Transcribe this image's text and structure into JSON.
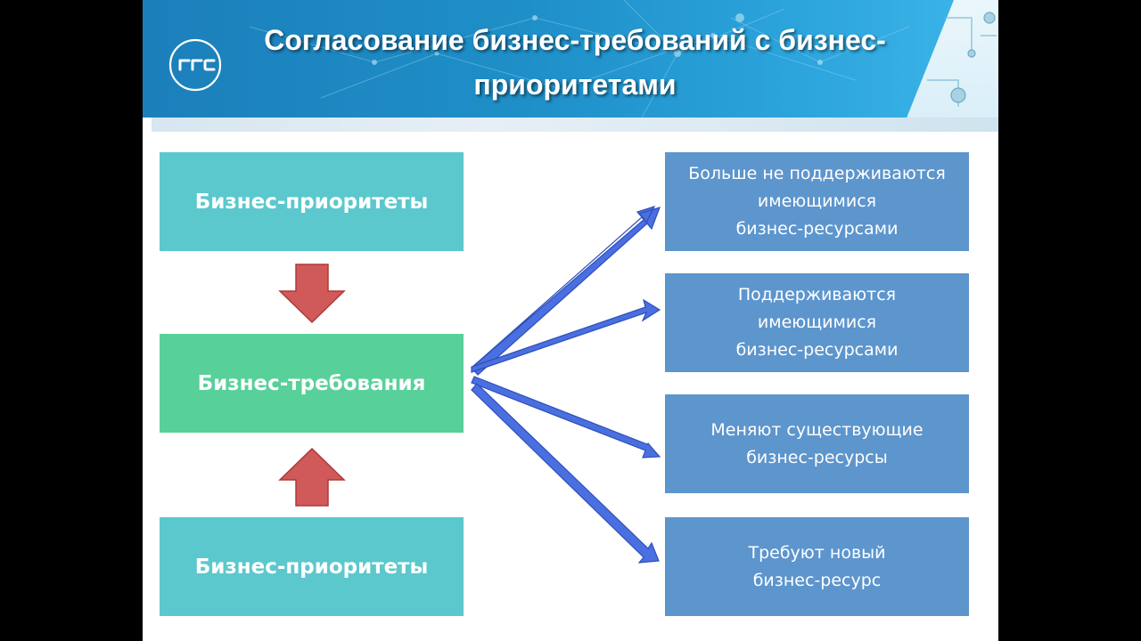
{
  "title": "Согласование бизнес-требований с бизнес-приоритетами",
  "logo_text": "ГГС",
  "left_boxes": {
    "top": "Бизнес-приоритеты",
    "middle": "Бизнес-требования",
    "bottom": "Бизнес-приоритеты"
  },
  "right_boxes": [
    "Больше не поддерживаются\nимеющимися\nбизнес-ресурсами",
    "Поддерживаются\nимеющимися\nбизнес-ресурсами",
    "Меняют существующие\nбизнес-ресурсы",
    "Требуют новый\nбизнес-ресурс"
  ],
  "colors": {
    "header": "#1f8fc8",
    "priority_box": "#5bc8cd",
    "requirement_box": "#58d09a",
    "outcome_box": "#5d95cd",
    "down_up_arrow": "#d05a5a",
    "fan_arrow": "#4a6fe0"
  }
}
